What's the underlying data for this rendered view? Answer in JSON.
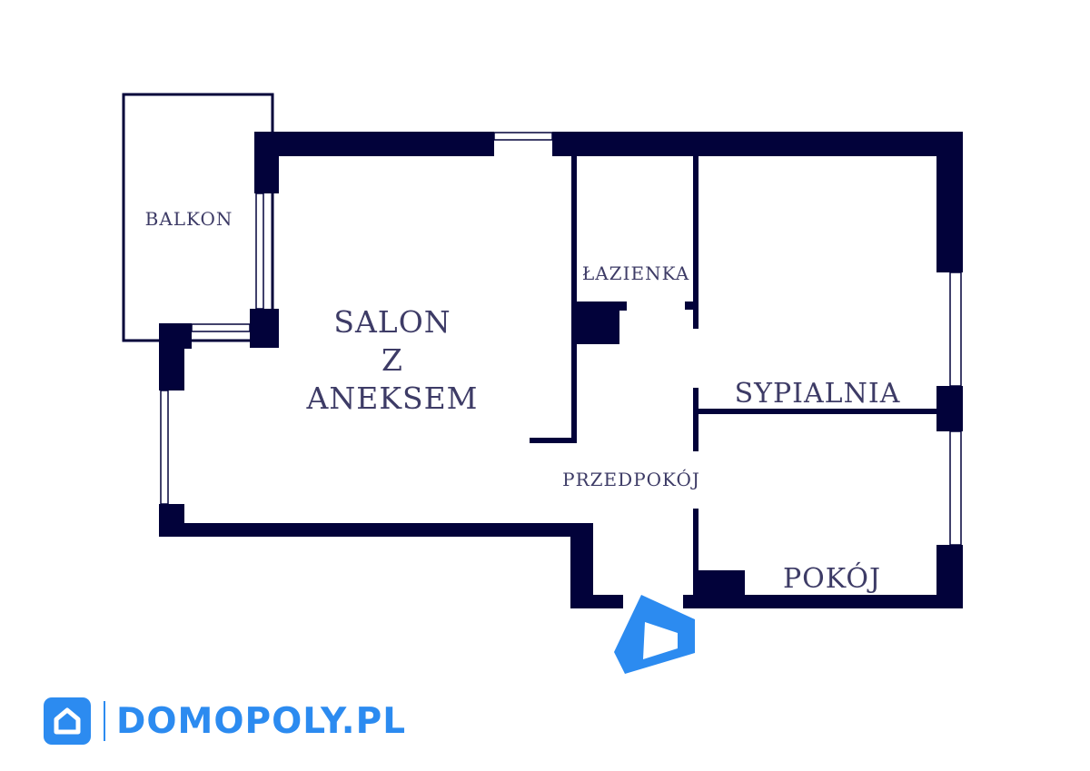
{
  "floorplan": {
    "rooms": {
      "balcony": "BALKON",
      "living_line1": "SALON",
      "living_line2": "Z",
      "living_line3": "ANEKSEM",
      "bathroom": "ŁAZIENKA",
      "bedroom": "SYPIALNIA",
      "hallway": "PRZEDPOKÓJ",
      "room": "POKÓJ"
    },
    "colors": {
      "wall": "#02023a",
      "label": "#3d3b66",
      "brand": "#2c8bf0"
    }
  },
  "brand": {
    "name": "DOMOPOLY.PL",
    "icon": "house-logo-icon"
  }
}
